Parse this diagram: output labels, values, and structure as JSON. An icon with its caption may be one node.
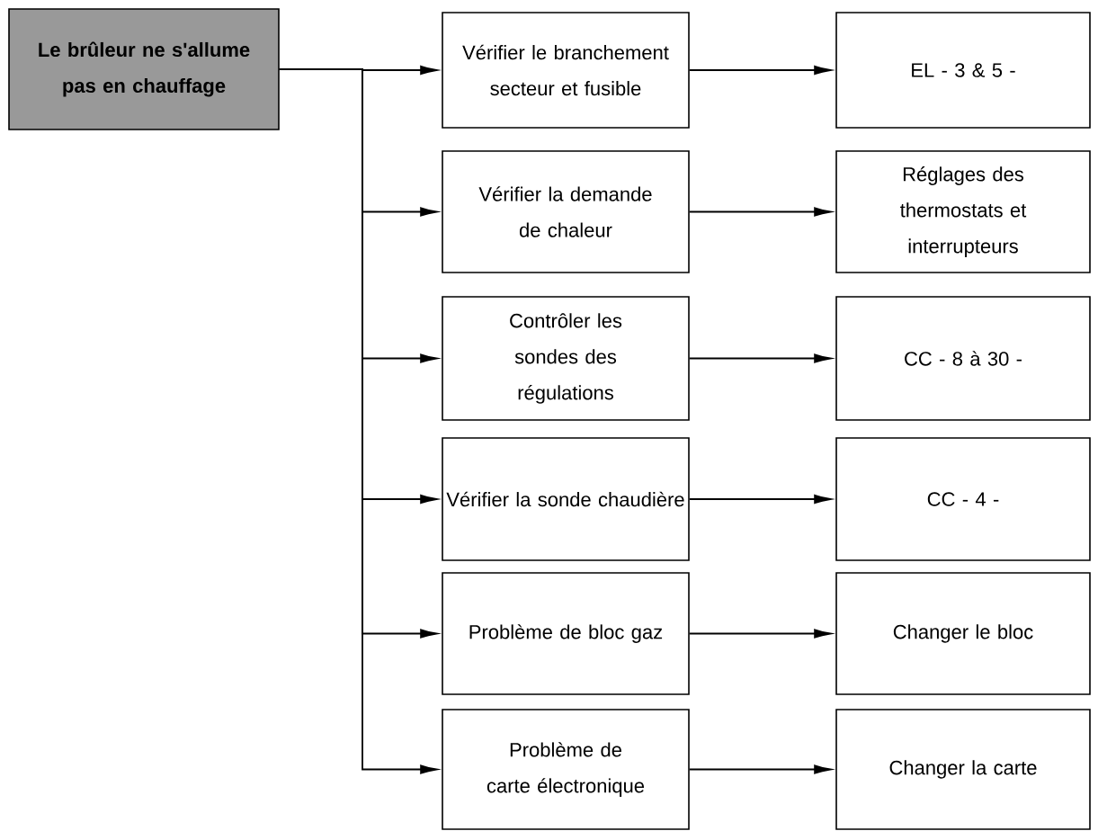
{
  "diagram": {
    "nodes": [
      {
        "text": [
          "Le brûleur ne s'allume pas en chauffage"
        ]
      },
      {
        "text": [
          "Vérifier le branchement secteur et fusible"
        ]
      },
      {
        "text": [
          "EL - 3 & 5 -"
        ]
      },
      {
        "text": [
          "Vérifier la demande de chaleur"
        ]
      },
      {
        "text": [
          "Réglages des thermostats et interrupteurs"
        ]
      },
      {
        "text": [
          "Contrôler les sondes des régulations"
        ]
      },
      {
        "text": [
          "CC - 8 à 30 -"
        ]
      },
      {
        "text": [
          "Vérifier la sonde chaudière"
        ]
      },
      {
        "text": [
          "CC - 4 -"
        ]
      },
      {
        "text": [
          "Problème de bloc gaz"
        ]
      },
      {
        "text": [
          "Changer le bloc"
        ]
      },
      {
        "text": [
          "Problème de carte électronique"
        ]
      },
      {
        "text": [
          "Changer la carte"
        ]
      }
    ],
    "edges": [
      {
        "from": 0,
        "to": 1,
        "arrow": "to"
      },
      {
        "from": 0,
        "to": 3,
        "arrow": "to"
      },
      {
        "from": 0,
        "to": 5,
        "arrow": "to"
      },
      {
        "from": 0,
        "to": 7,
        "arrow": "to"
      },
      {
        "from": 0,
        "to": 9,
        "arrow": "to"
      },
      {
        "from": 0,
        "to": 11,
        "arrow": "to"
      },
      {
        "from": 1,
        "to": 2,
        "arrow": "to"
      },
      {
        "from": 3,
        "to": 4,
        "arrow": "to"
      },
      {
        "from": 5,
        "to": 6,
        "arrow": "to"
      },
      {
        "from": 7,
        "to": 8,
        "arrow": "to"
      },
      {
        "from": 9,
        "to": 10,
        "arrow": "to"
      },
      {
        "from": 11,
        "to": 12,
        "arrow": "to"
      }
    ]
  }
}
